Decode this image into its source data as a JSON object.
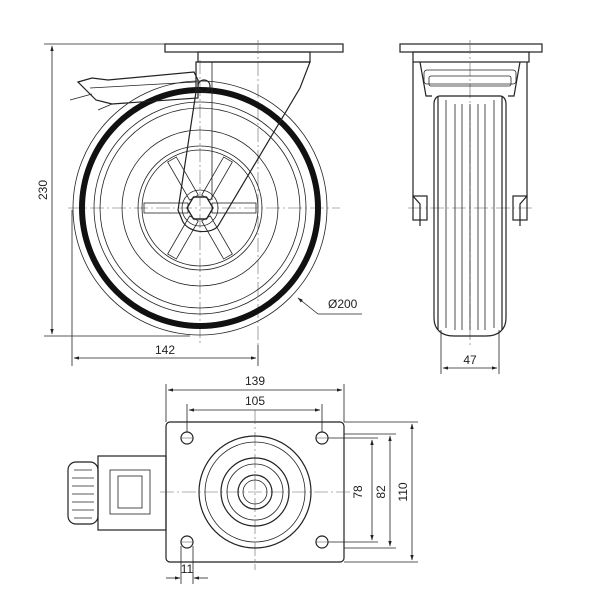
{
  "dimensions": {
    "height": "230",
    "wheel_diameter": "Ø200",
    "offset": "142",
    "wheel_width": "47",
    "plate_width": "139",
    "hole_spacing_x": "105",
    "hole_spacing_y": "78",
    "plate_depth": "82",
    "plate_height": "110",
    "bolt_hole": "11"
  }
}
